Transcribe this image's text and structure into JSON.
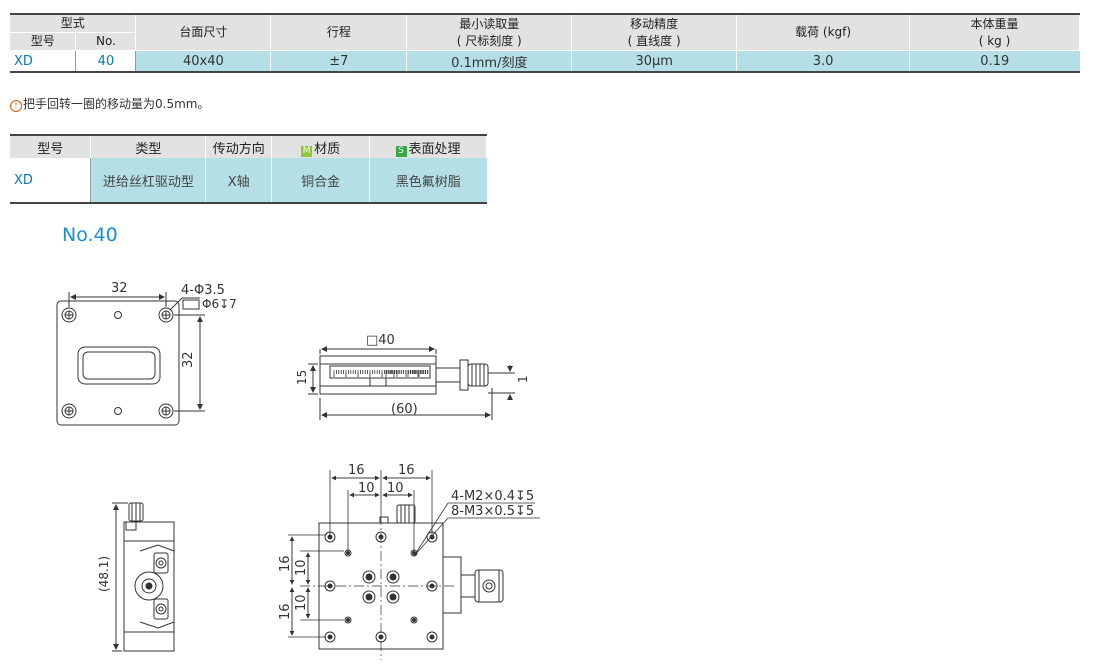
{
  "spec_table": {
    "group_header": "型式",
    "sub_headers": [
      "型号",
      "No."
    ],
    "headers": [
      {
        "line1": "台面尺寸",
        "line2": ""
      },
      {
        "line1": "行程",
        "line2": ""
      },
      {
        "line1": "最小读取量",
        "line2": "( 尺标刻度 )"
      },
      {
        "line1": "移动精度",
        "line2": "( 直线度 )"
      },
      {
        "line1": "载荷 (kgf)",
        "line2": ""
      },
      {
        "line1": "本体重量",
        "line2": "( kg )"
      }
    ],
    "row": {
      "model": "XD",
      "no": "40",
      "cells": [
        "40x40",
        "±7",
        "0.1mm/刻度",
        "30μm",
        "3.0",
        "0.19"
      ]
    }
  },
  "note": {
    "mark": "!",
    "text": "把手回转一圈的移动量为0.5mm。"
  },
  "type_table": {
    "headers": [
      "型号",
      "类型",
      "传动方向",
      "材质",
      "表面处理"
    ],
    "material_tag": "M",
    "surface_tag": "S",
    "row": [
      "XD",
      "进给丝杠驱动型",
      "X轴",
      "铜合金",
      "黑色氟树脂"
    ]
  },
  "model_title": "No.40",
  "drawing_labels": {
    "top_width": "32",
    "hole_spec_1": "4-Φ3.5",
    "hole_spec_2": "Φ6↧7",
    "top_height": "32",
    "side_square": "□40",
    "side_height": "15",
    "side_length": "(60)",
    "side_small": "1",
    "front_height": "(48.1)",
    "plan_16_a": "16",
    "plan_16_b": "16",
    "plan_10_a": "10",
    "plan_10_b": "10",
    "plan_spec_1": "4-M2×0.4↧5",
    "plan_spec_2": "8-M3×0.5↧5",
    "plan_v16_a": "16",
    "plan_v10_a": "10",
    "plan_v10_b": "10",
    "plan_v16_b": "16"
  }
}
